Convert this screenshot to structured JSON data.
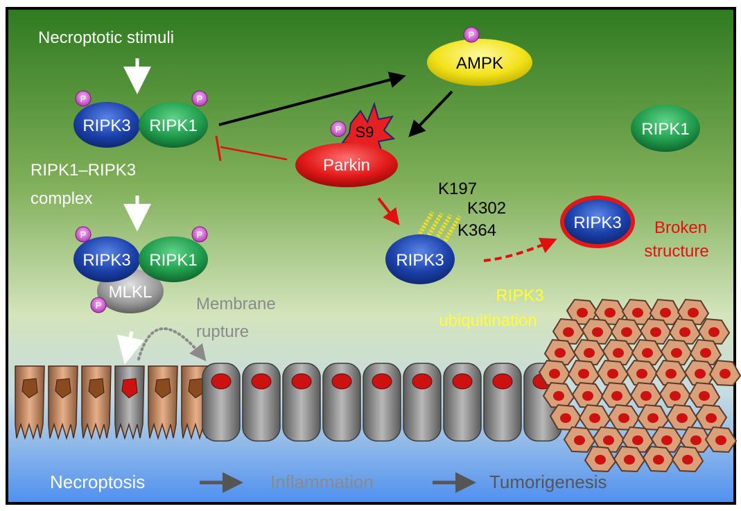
{
  "labels": {
    "stimuli": "Necroptotic stimuli",
    "complex_line1": "RIPK1–RIPK3",
    "complex_line2": "complex",
    "membrane_line1": "Membrane",
    "membrane_line2": "rupture",
    "ubiq_line1": "RIPK3",
    "ubiq_line2": "ubiquitination",
    "broken_line1": "Broken",
    "broken_line2": "structure",
    "sites": [
      "K197",
      "K302",
      "K364"
    ]
  },
  "proteins": {
    "ripk3": "RIPK3",
    "ripk1": "RIPK1",
    "mlkl": "MLKL",
    "ampk": "AMPK",
    "parkin": "Parkin",
    "s9": "S9",
    "phospho": "P"
  },
  "bottom": {
    "necroptosis": "Necroptosis",
    "inflammation": "Inflammation",
    "tumorigenesis": "Tumorigenesis"
  },
  "colors": {
    "bg_top": "#2f7a20",
    "bg_mid": "#cfe0b4",
    "bg_bottom": "#4f8ff0",
    "ripk3": "#1a3fa8",
    "ripk1": "#1f9a4a",
    "ampk": "#f2e21a",
    "parkin": "#e01818",
    "mlkl": "#9a9a9a",
    "phospho": "#d75ed9",
    "ubiq_text": "#ffff33",
    "broken_text": "#e31010",
    "membrane_text": "#8a8a8a",
    "cell_brown": "#d9a07a",
    "cell_gray": "#9a9a9a",
    "nucleus": "#cc1111"
  }
}
